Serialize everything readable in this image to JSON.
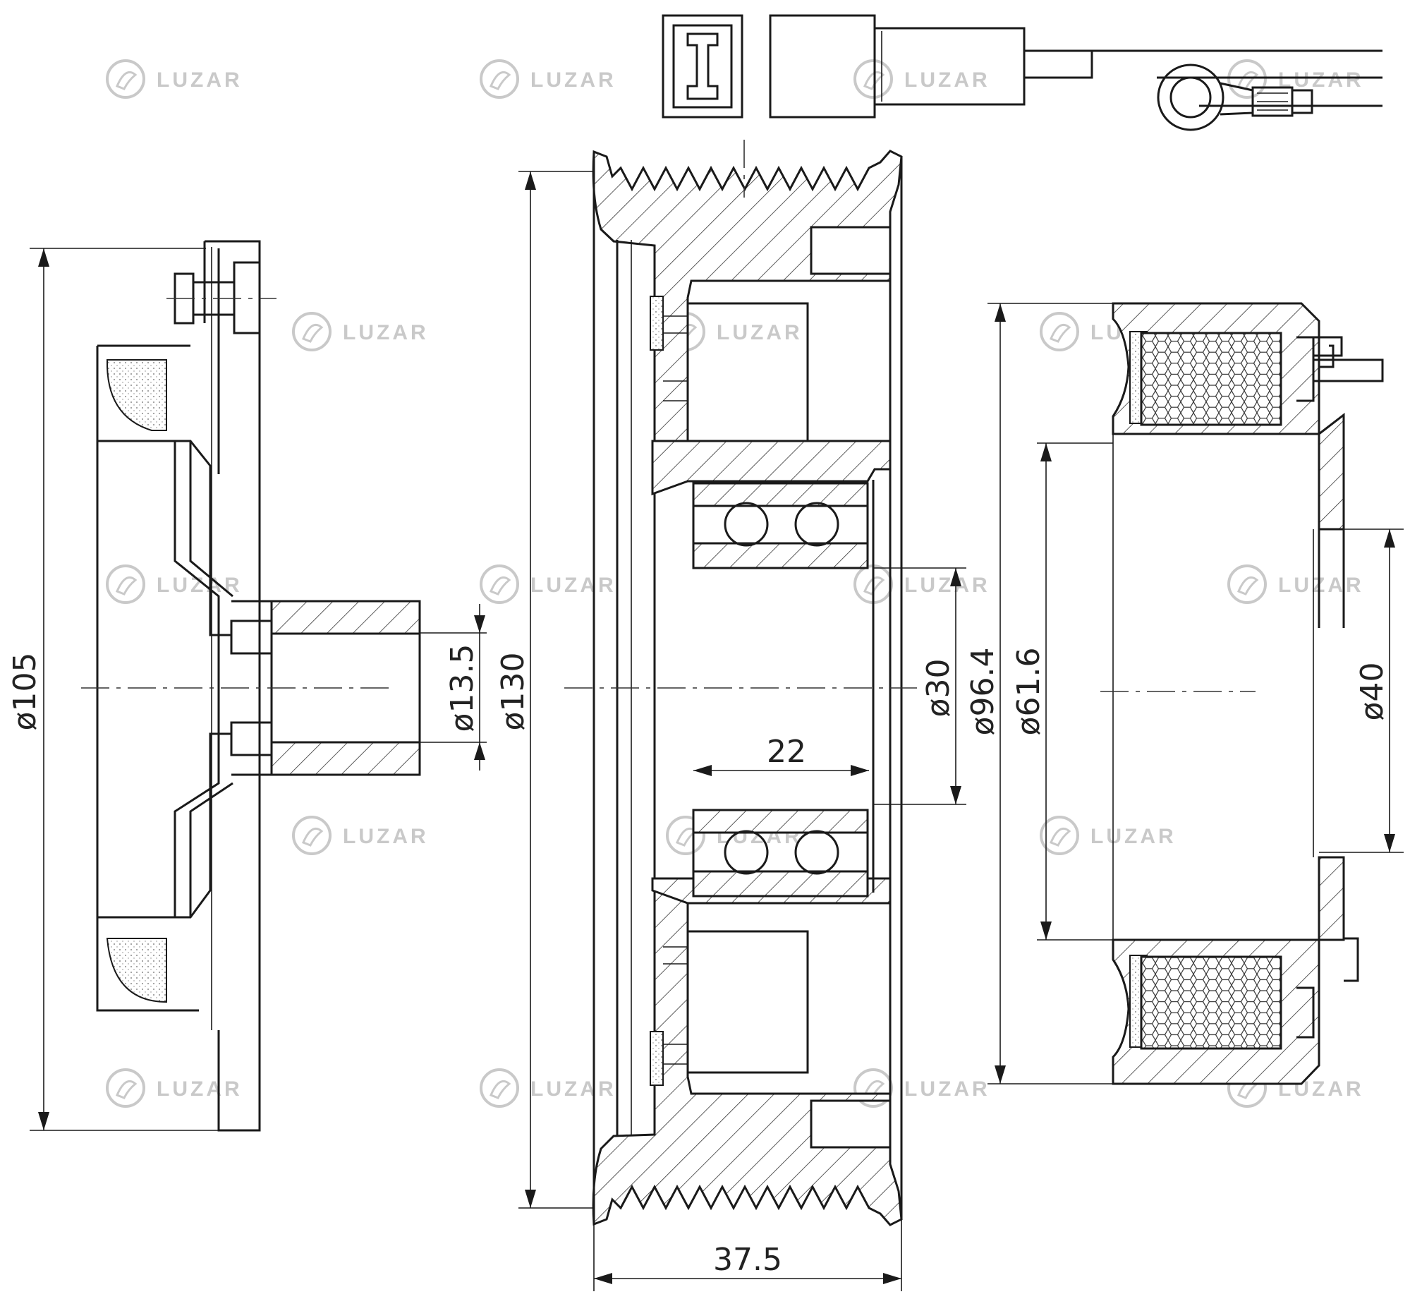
{
  "watermark": {
    "brand": "LUZAR",
    "color": "#c9c9c9"
  },
  "dimensions": {
    "hub_outer_diameter": "ø105",
    "hub_bore_diameter": "ø13.5",
    "pulley_outer_diameter": "ø130",
    "bearing_inner_diameter": "ø30",
    "bearing_width": "22",
    "pulley_width": "37.5",
    "coil_outer_diameter": "ø96.4",
    "coil_inner_diameter": "ø61.6",
    "coil_bore_diameter": "ø40"
  },
  "colors": {
    "line": "#1a1a1a",
    "background": "#ffffff"
  }
}
